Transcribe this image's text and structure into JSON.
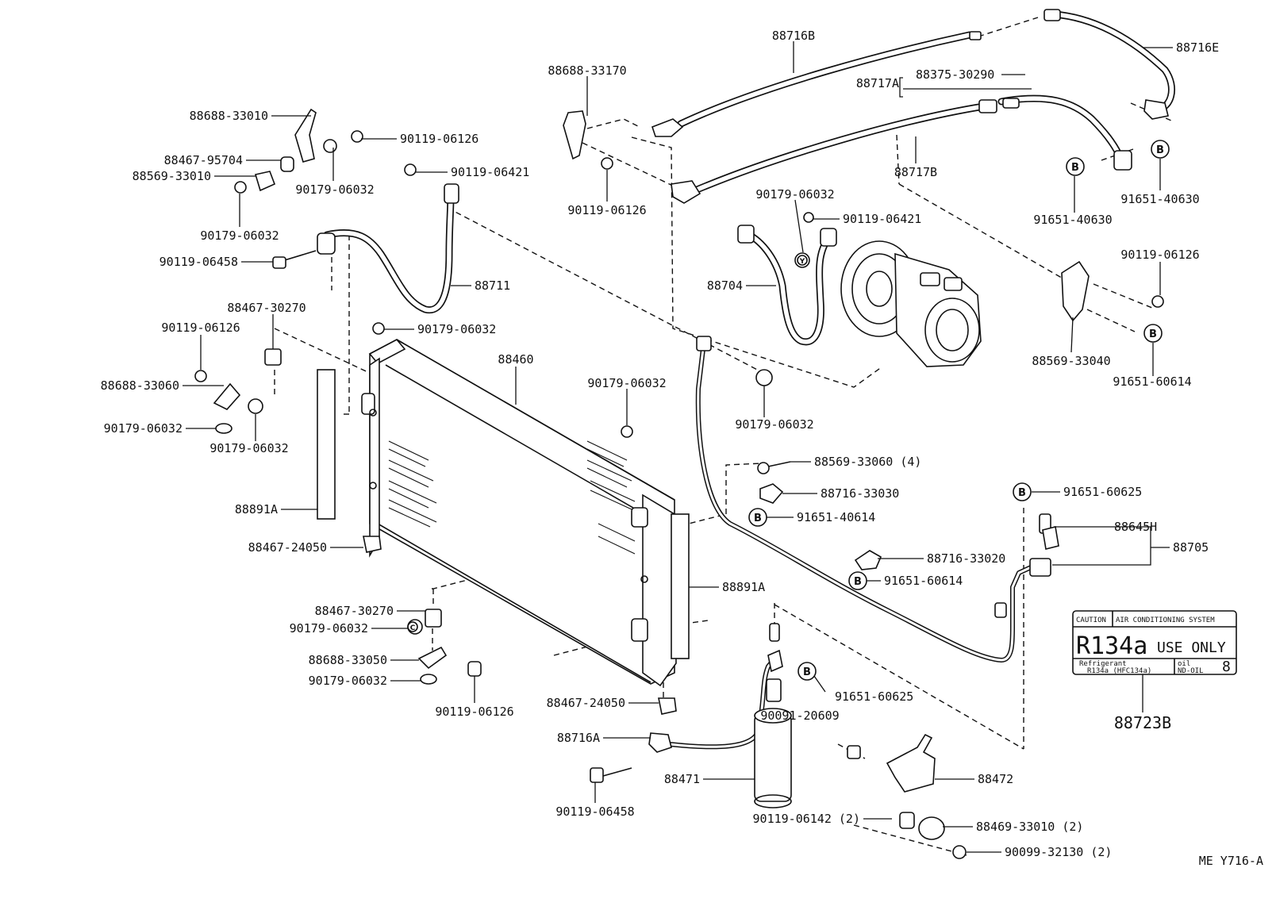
{
  "diagram": {
    "code": "ME Y716-A",
    "labels": {
      "p_88716B": "88716B",
      "p_88716E": "88716E",
      "p_88688_33170": "88688-33170",
      "p_88717A": "88717A",
      "p_88375_30290": "88375-30290",
      "p_88717B": "88717B",
      "p_88688_33010": "88688-33010",
      "p_90119_06126_a": "90119-06126",
      "p_88467_95704": "88467-95704",
      "p_88569_33010": "88569-33010",
      "p_90179_06032_a": "90179-06032",
      "p_90119_06421_a": "90119-06421",
      "p_90179_06032_b": "90179-06032",
      "p_90119_06126_b": "90119-06126",
      "p_90179_06032_c": "90179-06032",
      "p_90119_06421_b": "90119-06421",
      "p_91651_40630_a": "91651-40630",
      "p_91651_40630_b": "91651-40630",
      "p_90119_06458_a": "90119-06458",
      "p_88711": "88711",
      "p_88704": "88704",
      "p_90119_06126_c": "90119-06126",
      "p_88467_30270_a": "88467-30270",
      "p_90119_06126_d": "90119-06126",
      "p_90179_06032_d": "90179-06032",
      "p_88460": "88460",
      "p_88569_33040": "88569-33040",
      "p_91651_60614_a": "91651-60614",
      "p_88688_33060": "88688-33060",
      "p_90179_06032_e": "90179-06032",
      "p_90179_06032_f": "90179-06032",
      "p_90179_06032_g": "90179-06032",
      "p_90179_06032_h": "90179-06032",
      "p_88569_33060": "88569-33060 (4)",
      "p_88716_33030": "88716-33030",
      "p_91651_40614": "91651-40614",
      "p_91651_60625_a": "91651-60625",
      "p_88645H": "88645H",
      "p_88705": "88705",
      "p_88891A_a": "88891A",
      "p_88467_24050_a": "88467-24050",
      "p_88716_33020": "88716-33020",
      "p_91651_60614_b": "91651-60614",
      "p_88891A_b": "88891A",
      "p_88467_30270_b": "88467-30270",
      "p_90179_06032_i": "90179-06032",
      "p_88688_33050": "88688-33050",
      "p_90179_06032_j": "90179-06032",
      "p_90119_06126_e": "90119-06126",
      "p_88467_24050_b": "88467-24050",
      "p_91651_60625_b": "91651-60625",
      "p_90091_20609": "90091-20609",
      "p_88716A": "88716A",
      "p_88471": "88471",
      "p_88472": "88472",
      "p_90119_06458_b": "90119-06458",
      "p_90119_06142": "90119-06142 (2)",
      "p_88469_33010": "88469-33010 (2)",
      "p_90099_32130": "90099-32130 (2)",
      "p_88723B": "88723B"
    },
    "marker_b": "B",
    "marker_c": "C",
    "marker_y": "Y",
    "caution_label": {
      "caution": "CAUTION",
      "system": "AIR CONDITIONING SYSTEM",
      "refrigerant_code": "R134a",
      "use_only": "USE ONLY",
      "refrigerant_title": "Refrigerant",
      "refrigerant_detail": "R134a (HFC134a)",
      "oil_title": "oil",
      "oil_detail": "ND-OIL",
      "oil_number": "8"
    }
  }
}
